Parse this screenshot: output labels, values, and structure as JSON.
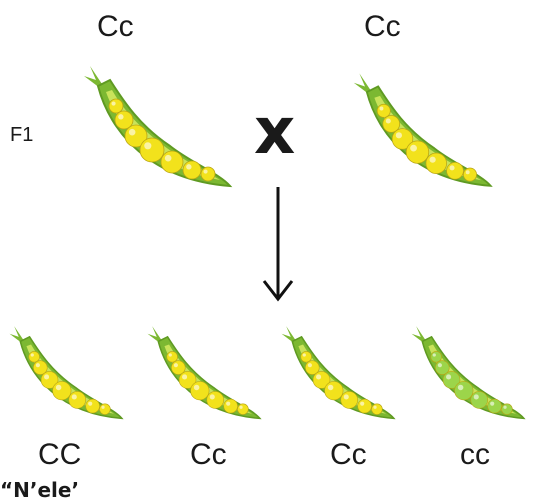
{
  "parents": [
    {
      "genotype": "Cc",
      "pea_color": "#f2e21c"
    },
    {
      "genotype": "Cc",
      "pea_color": "#f2e21c"
    }
  ],
  "generation_label": "F1",
  "cross_symbol": "x",
  "offspring": [
    {
      "genotype": "CC",
      "pea_color": "#f2e21c"
    },
    {
      "genotype": "Cc",
      "pea_color": "#f2e21c"
    },
    {
      "genotype": "Cc",
      "pea_color": "#f2e21c"
    },
    {
      "genotype": "cc",
      "pea_color": "#9cd54a"
    }
  ],
  "pod_color": "#7cb832",
  "pod_inner_color": "#c9e35a",
  "bottom_cut_text": "“N’ele’"
}
